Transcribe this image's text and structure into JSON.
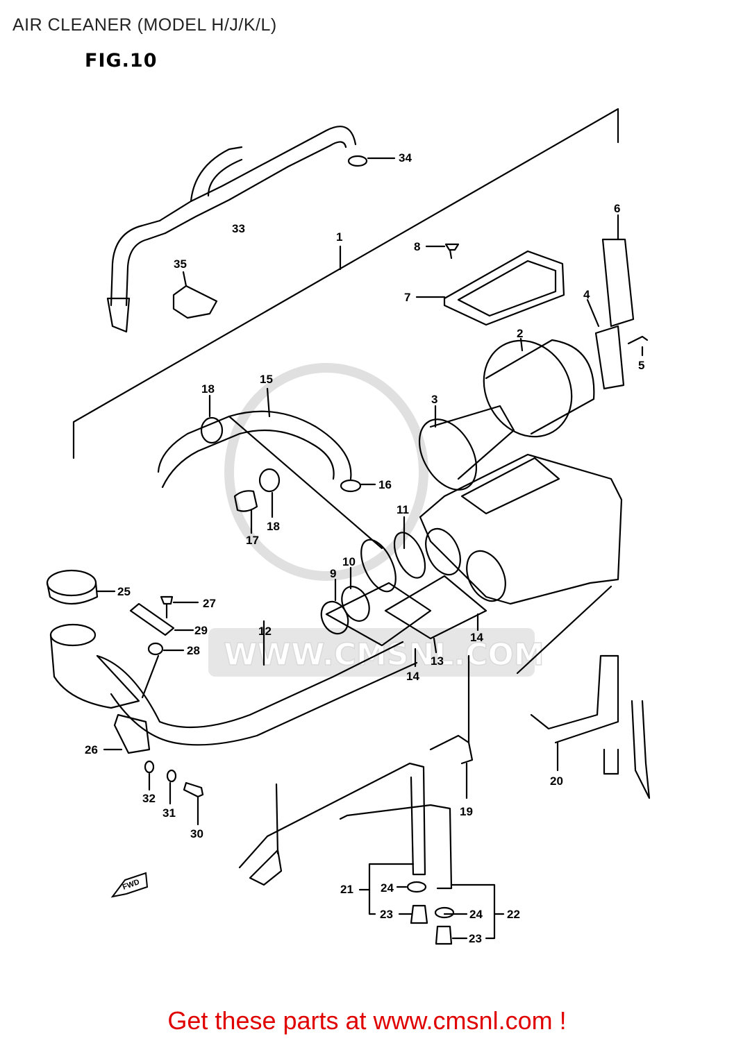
{
  "title": "AIR CLEANER (MODEL H/J/K/L)",
  "figure": "FIG.10",
  "watermark": "WWW.CMSNL.COM",
  "direction_label": "FWD",
  "footer": "Get these parts at www.cmsnl.com !",
  "callouts": {
    "c1": "1",
    "c2": "2",
    "c3": "3",
    "c4": "4",
    "c5": "5",
    "c6": "6",
    "c7": "7",
    "c8": "8",
    "c9": "9",
    "c10": "10",
    "c11": "11",
    "c12": "12",
    "c13": "13",
    "c14a": "14",
    "c14b": "14",
    "c15": "15",
    "c16": "16",
    "c17": "17",
    "c18a": "18",
    "c18b": "18",
    "c19": "19",
    "c20": "20",
    "c21": "21",
    "c22": "22",
    "c23a": "23",
    "c23b": "23",
    "c24a": "24",
    "c24b": "24",
    "c25": "25",
    "c26": "26",
    "c27": "27",
    "c28": "28",
    "c29": "29",
    "c30": "30",
    "c31": "31",
    "c32": "32",
    "c33": "33",
    "c34": "34",
    "c35": "35"
  }
}
